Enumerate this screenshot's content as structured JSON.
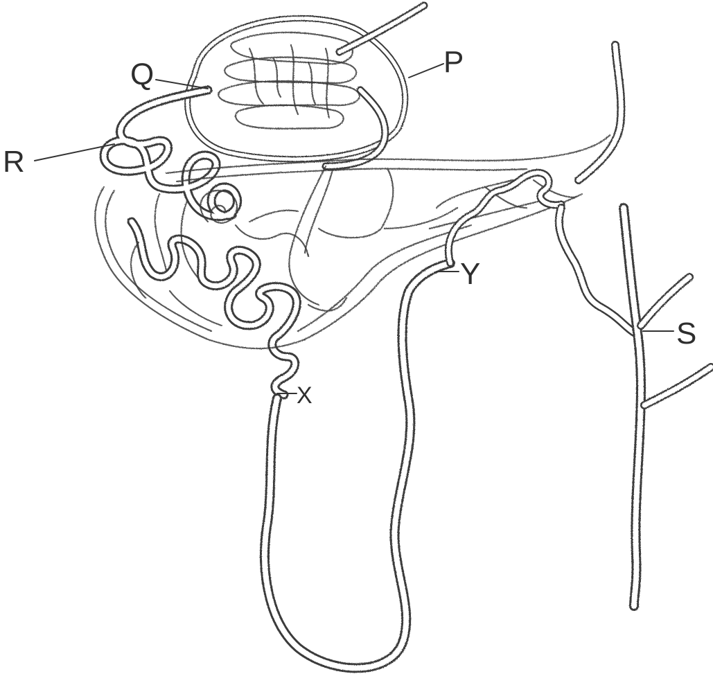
{
  "labels": {
    "p": "P",
    "q": "Q",
    "r": "R",
    "s": "S",
    "x": "X",
    "y": "Y"
  },
  "colors": {
    "background": "#ffffff",
    "ink": "#3a3a3a"
  }
}
